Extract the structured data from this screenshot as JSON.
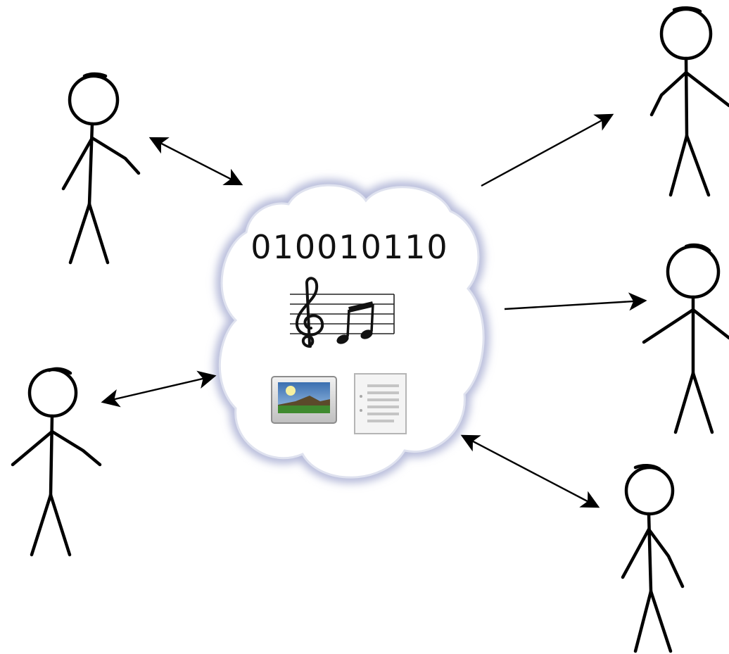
{
  "cloud": {
    "binary_text": "010010110",
    "icons": [
      "music-notes-icon",
      "image-file-icon",
      "text-document-icon"
    ],
    "glow_color": "#b3b8d8"
  },
  "people": [
    {
      "name": "person-top-left"
    },
    {
      "name": "person-middle-left"
    },
    {
      "name": "person-top-right"
    },
    {
      "name": "person-middle-right"
    },
    {
      "name": "person-bottom-right"
    }
  ],
  "connections": [
    {
      "person": "person-top-left",
      "direction": "both"
    },
    {
      "person": "person-middle-left",
      "direction": "both"
    },
    {
      "person": "person-top-right",
      "direction": "outgoing"
    },
    {
      "person": "person-middle-right",
      "direction": "outgoing"
    },
    {
      "person": "person-bottom-right",
      "direction": "both"
    }
  ]
}
